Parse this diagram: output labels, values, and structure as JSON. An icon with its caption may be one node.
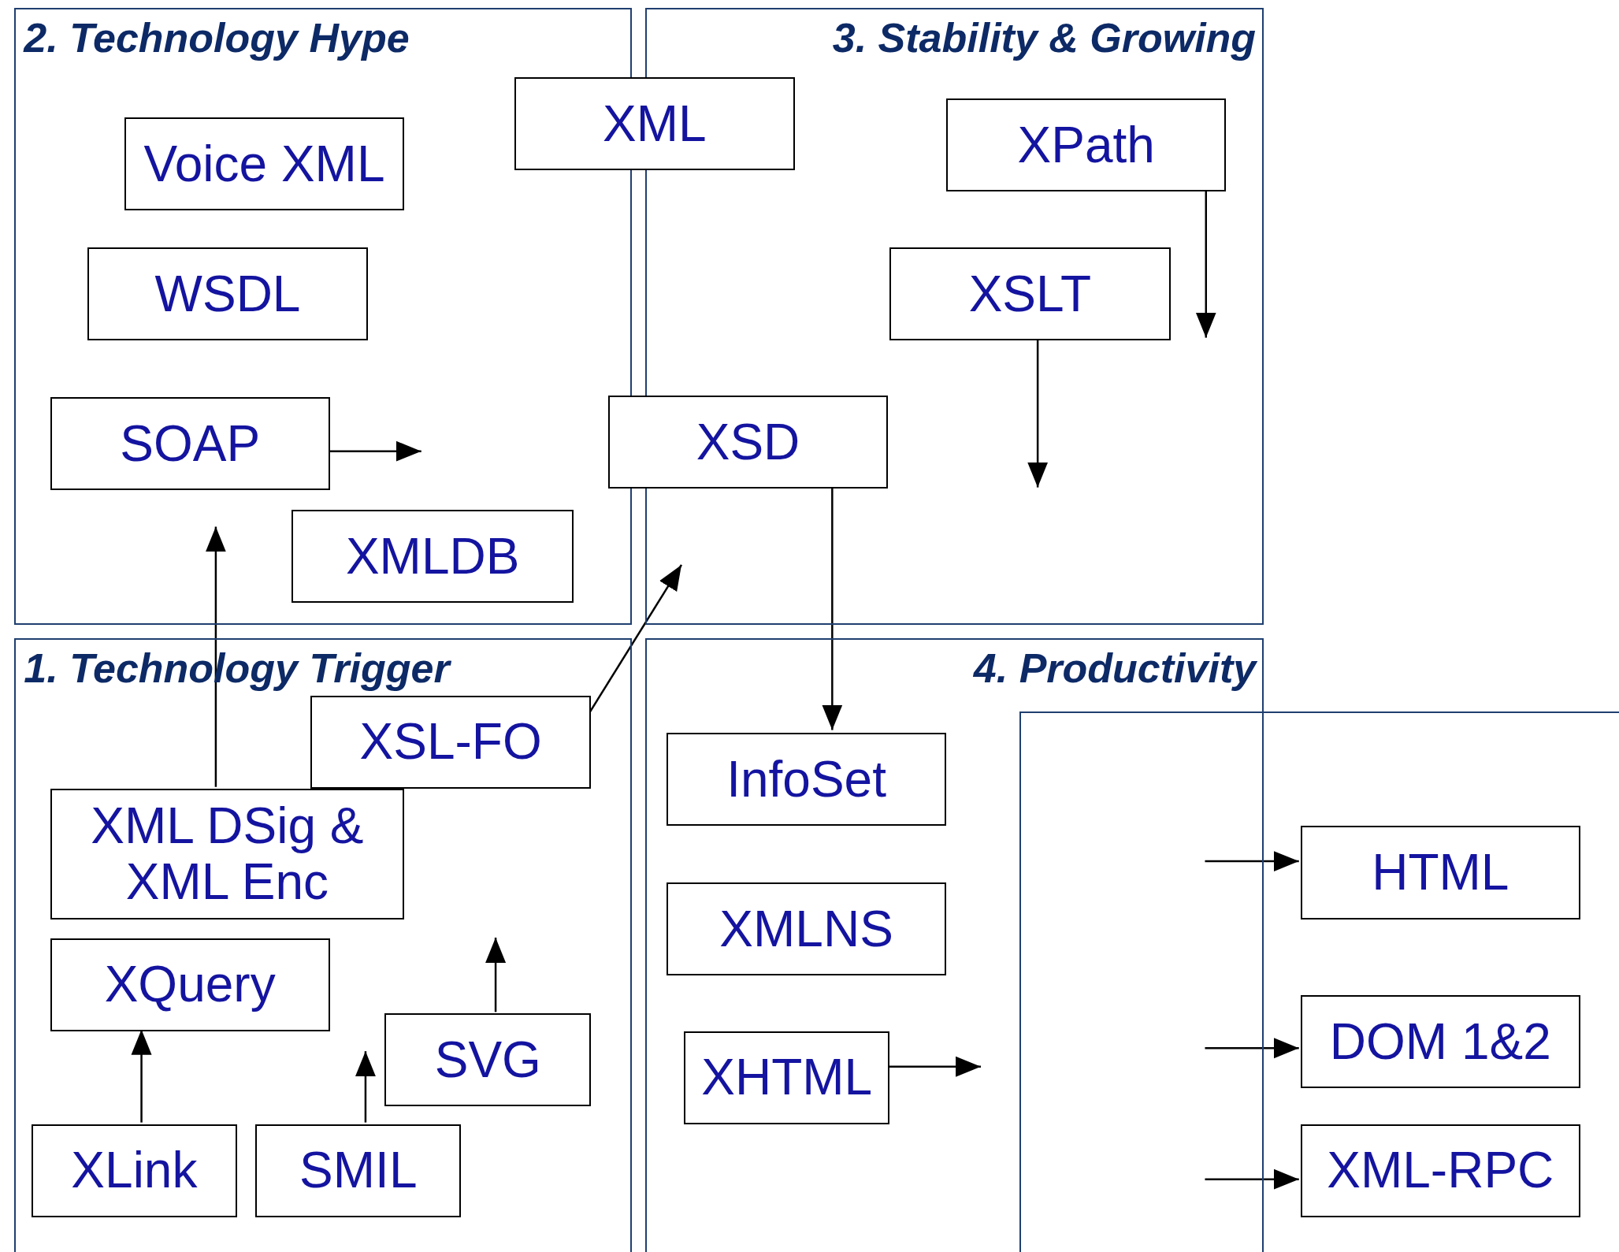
{
  "diagram": {
    "nodes": [
      {
        "text": [
          "2. Technology Hype"
        ]
      },
      {
        "text": [
          "Voice XML"
        ],
        "in": 0
      },
      {
        "text": [
          "WSDL"
        ],
        "in": 0
      },
      {
        "text": [
          "SOAP"
        ],
        "in": 0
      },
      {
        "text": [
          "XMLDB"
        ],
        "in": 0
      },
      {
        "text": [
          "XML"
        ]
      },
      {
        "text": [
          "3. Stability & Growing"
        ]
      },
      {
        "text": [
          "XPath"
        ],
        "in": 6
      },
      {
        "text": [
          "XSLT"
        ],
        "in": 6
      },
      {
        "text": [
          "XSD"
        ]
      },
      {
        "text": [
          "1. Technology Trigger"
        ]
      },
      {
        "text": [
          "XSL-FO"
        ],
        "in": 10
      },
      {
        "text": [
          "XML DSig & XML Enc"
        ],
        "in": 10
      },
      {
        "text": [
          "XQuery"
        ],
        "in": 10
      },
      {
        "text": [
          "SVG"
        ],
        "in": 10
      },
      {
        "text": [
          "XLink"
        ],
        "in": 10
      },
      {
        "text": [
          "SMIL"
        ],
        "in": 10
      },
      {
        "text": [
          "4. Productivity"
        ]
      },
      {
        "text": [],
        "shape": "box"
      },
      {
        "text": [
          "InfoSet"
        ],
        "in": 17
      },
      {
        "text": [
          "XMLNS"
        ],
        "in": 17
      },
      {
        "text": [
          "XHTML"
        ],
        "in": 17
      },
      {
        "text": [
          "HTML"
        ],
        "in": 18
      },
      {
        "text": [
          "DOM 1&2"
        ],
        "in": 18
      },
      {
        "text": [
          "XML-RPC"
        ],
        "in": 18
      }
    ],
    "edges": [
      {
        "from": 3,
        "to": null,
        "arrow": "to"
      },
      {
        "from": 7,
        "to": 8,
        "arrow": "to"
      },
      {
        "from": 8,
        "to": null,
        "arrow": "to"
      },
      {
        "from": 12,
        "to": 3,
        "arrow": "to"
      },
      {
        "from": 11,
        "to": 6,
        "arrow": "to"
      },
      {
        "from": 9,
        "to": 19,
        "arrow": "to"
      },
      {
        "from": 15,
        "to": 13,
        "arrow": "to"
      },
      {
        "from": 16,
        "to": 14,
        "arrow": "to"
      },
      {
        "from": 14,
        "to": null,
        "arrow": "to"
      },
      {
        "from": 21,
        "to": 18,
        "arrow": "to"
      },
      {
        "from": null,
        "to": 22,
        "arrow": "to"
      },
      {
        "from": null,
        "to": 23,
        "arrow": "to"
      },
      {
        "from": null,
        "to": 24,
        "arrow": "to"
      }
    ]
  }
}
